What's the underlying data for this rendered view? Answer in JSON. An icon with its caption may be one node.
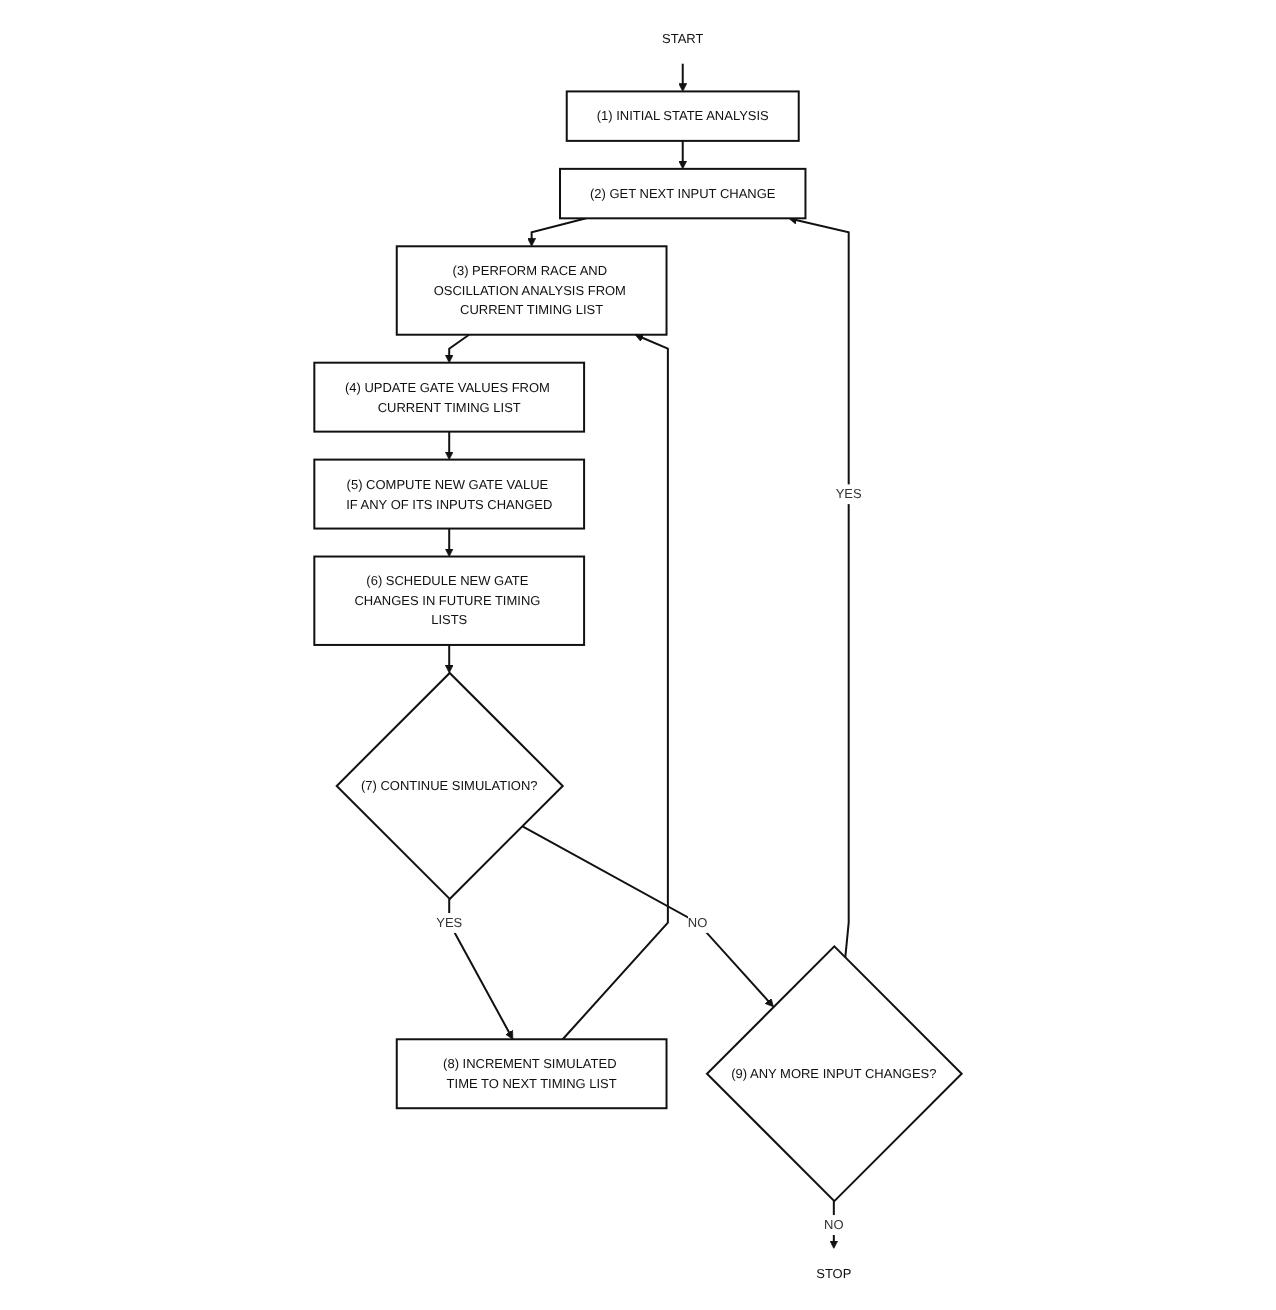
{
  "diagram": {
    "nodes": [
      {
        "text": [
          "START"
        ]
      },
      {
        "text": [
          "(1) INITIAL STATE ANALYSIS"
        ]
      },
      {
        "text": [
          "(2) GET NEXT INPUT CHANGE"
        ]
      },
      {
        "text": [
          "(3) PERFORM RACE AND OSCILLATION ANALYSIS FROM CURRENT TIMING LIST"
        ]
      },
      {
        "text": [
          "(4) UPDATE GATE VALUES FROM CURRENT TIMING LIST"
        ]
      },
      {
        "text": [
          "(5) COMPUTE NEW GATE VALUE IF ANY OF ITS INPUTS CHANGED"
        ]
      },
      {
        "text": [
          "(6) SCHEDULE NEW GATE CHANGES IN FUTURE TIMING LISTS"
        ]
      },
      {
        "text": [
          "(7) CONTINUE SIMULATION?"
        ]
      },
      {
        "text": [
          "(8) INCREMENT SIMULATED TIME TO NEXT TIMING LIST"
        ]
      },
      {
        "text": [
          "(9) ANY MORE INPUT CHANGES?"
        ]
      },
      {
        "text": [
          "STOP"
        ]
      }
    ],
    "edges": [
      {
        "from": 0,
        "to": 1,
        "arrow": "to"
      },
      {
        "from": 1,
        "to": 2,
        "arrow": "to"
      },
      {
        "from": 2,
        "to": 3,
        "arrow": "to"
      },
      {
        "from": 3,
        "to": 4,
        "arrow": "to"
      },
      {
        "from": 4,
        "to": 5,
        "arrow": "to"
      },
      {
        "from": 5,
        "to": 6,
        "arrow": "to"
      },
      {
        "from": 6,
        "to": 7,
        "arrow": "to"
      },
      {
        "from": 7,
        "to": 8,
        "label": "YES",
        "arrow": "to"
      },
      {
        "from": 8,
        "to": 3,
        "arrow": "to"
      },
      {
        "from": 7,
        "to": 9,
        "label": "NO",
        "arrow": "to"
      },
      {
        "from": 9,
        "to": 2,
        "label": "YES",
        "arrow": "to"
      },
      {
        "from": 9,
        "to": 10,
        "label": "NO",
        "arrow": "to"
      }
    ]
  }
}
